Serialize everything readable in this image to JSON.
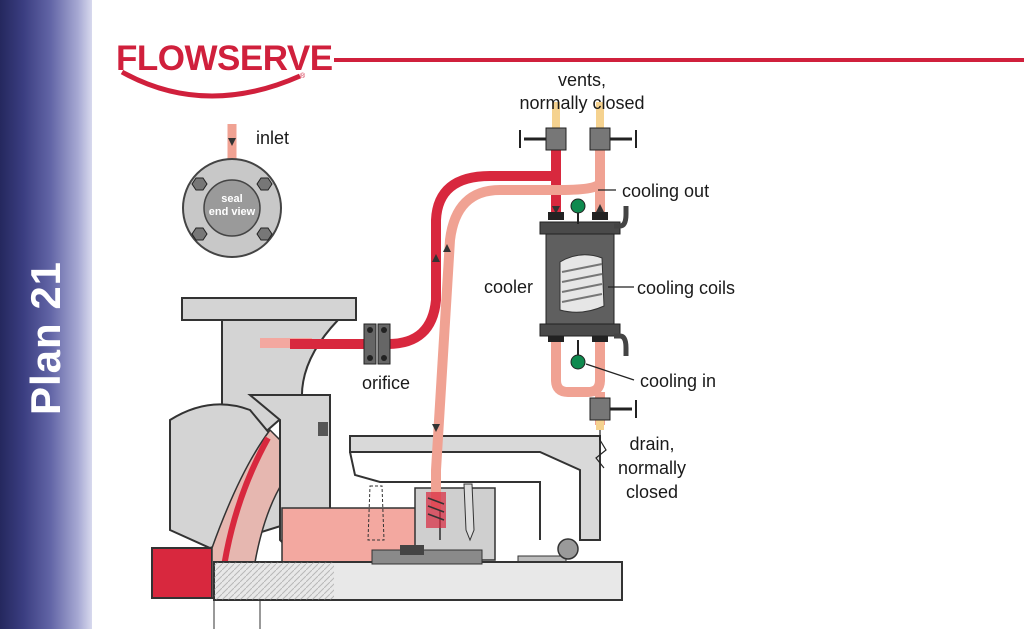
{
  "sidebar": {
    "title": "Plan 21"
  },
  "logo": {
    "text": "FLOWSERVE"
  },
  "labels": {
    "inlet": "inlet",
    "seal_end_view_1": "seal",
    "seal_end_view_2": "end view",
    "vents_1": "vents,",
    "vents_2": "normally closed",
    "cooling_out": "cooling out",
    "cooler": "cooler",
    "cooling_coils": "cooling coils",
    "orifice": "orifice",
    "cooling_in": "cooling in",
    "drain_1": "drain,",
    "drain_2": "normally",
    "drain_3": "closed"
  },
  "colors": {
    "brand": "#d0203c",
    "hot_line": "#d8283e",
    "cool_line": "#f0a293",
    "sidebar": "#3a3d80",
    "casing": "#d9d9d9",
    "cooler_body": "#5a5a5a",
    "gauge": "#0f8a4f"
  }
}
